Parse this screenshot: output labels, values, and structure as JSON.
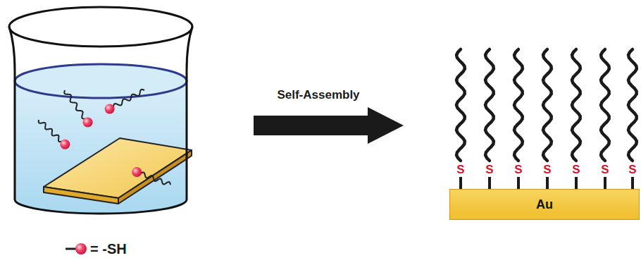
{
  "diagram": {
    "nodes": [
      {
        "text": [
          "Au"
        ]
      }
    ],
    "labels": [
      "Self-Assembly",
      "S",
      "S",
      "S",
      "S",
      "S",
      "S",
      "S"
    ],
    "legend": [
      {
        "text": "= -SH"
      }
    ]
  }
}
